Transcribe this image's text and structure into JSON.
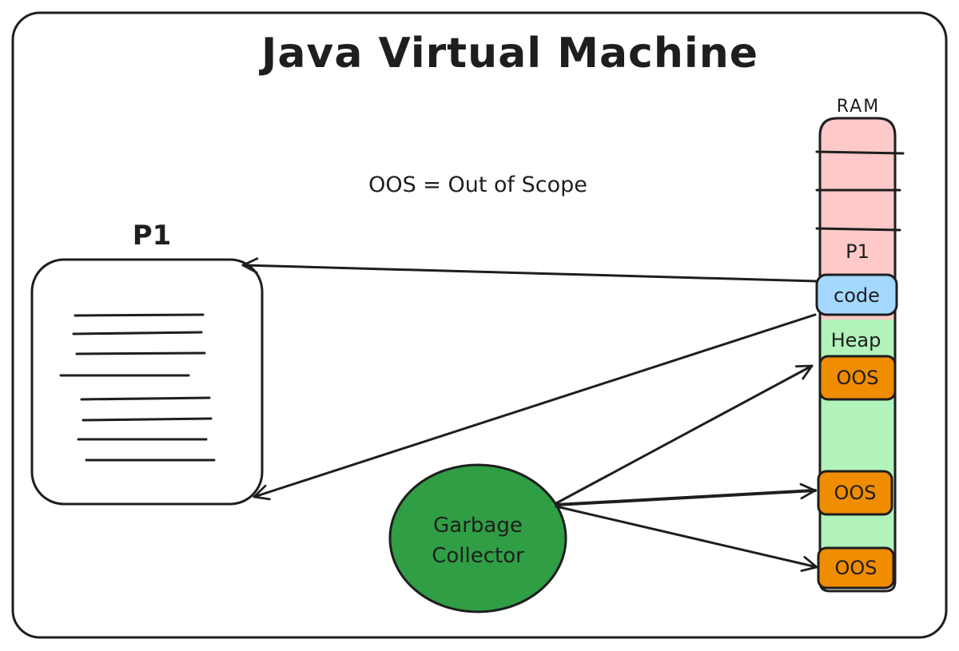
{
  "diagram": {
    "title": "Java Virtual Machine",
    "legend": "OOS = Out of Scope",
    "program": {
      "label": "P1"
    },
    "ram": {
      "label": "RAM",
      "process_label": "P1",
      "code_label": "code",
      "heap_label": "Heap",
      "oos_label": "OOS"
    },
    "garbage_collector": {
      "line1": "Garbage",
      "line2": "Collector"
    }
  },
  "colors": {
    "ram_pink": "#ffc9c9",
    "code_blue": "#a5d8ff",
    "heap_green": "#b2f2bb",
    "oos_orange": "#f08c00",
    "gc_green": "#2f9e44",
    "ink": "#1e1e1e"
  }
}
